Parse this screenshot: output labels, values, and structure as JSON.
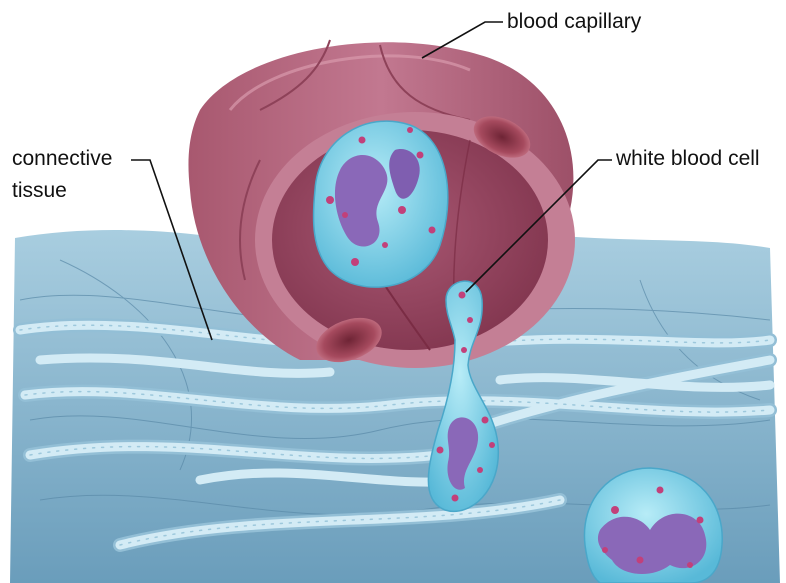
{
  "labels": {
    "blood_capillary": "blood capillary",
    "white_blood_cell": "white blood cell",
    "connective_line1": "connective",
    "connective_line2": "tissue"
  },
  "colors": {
    "background": "#ffffff",
    "tissue": "#7fb0cc",
    "fiber": "#c8e4f1",
    "capillary_wall": "#b5677f",
    "capillary_lumen": "#9b4a64",
    "red_blood_cell": "#8e3a4a",
    "cell_cytoplasm": "#7fd3ec",
    "nucleus": "#8a68b8",
    "granule": "#c2407a"
  }
}
